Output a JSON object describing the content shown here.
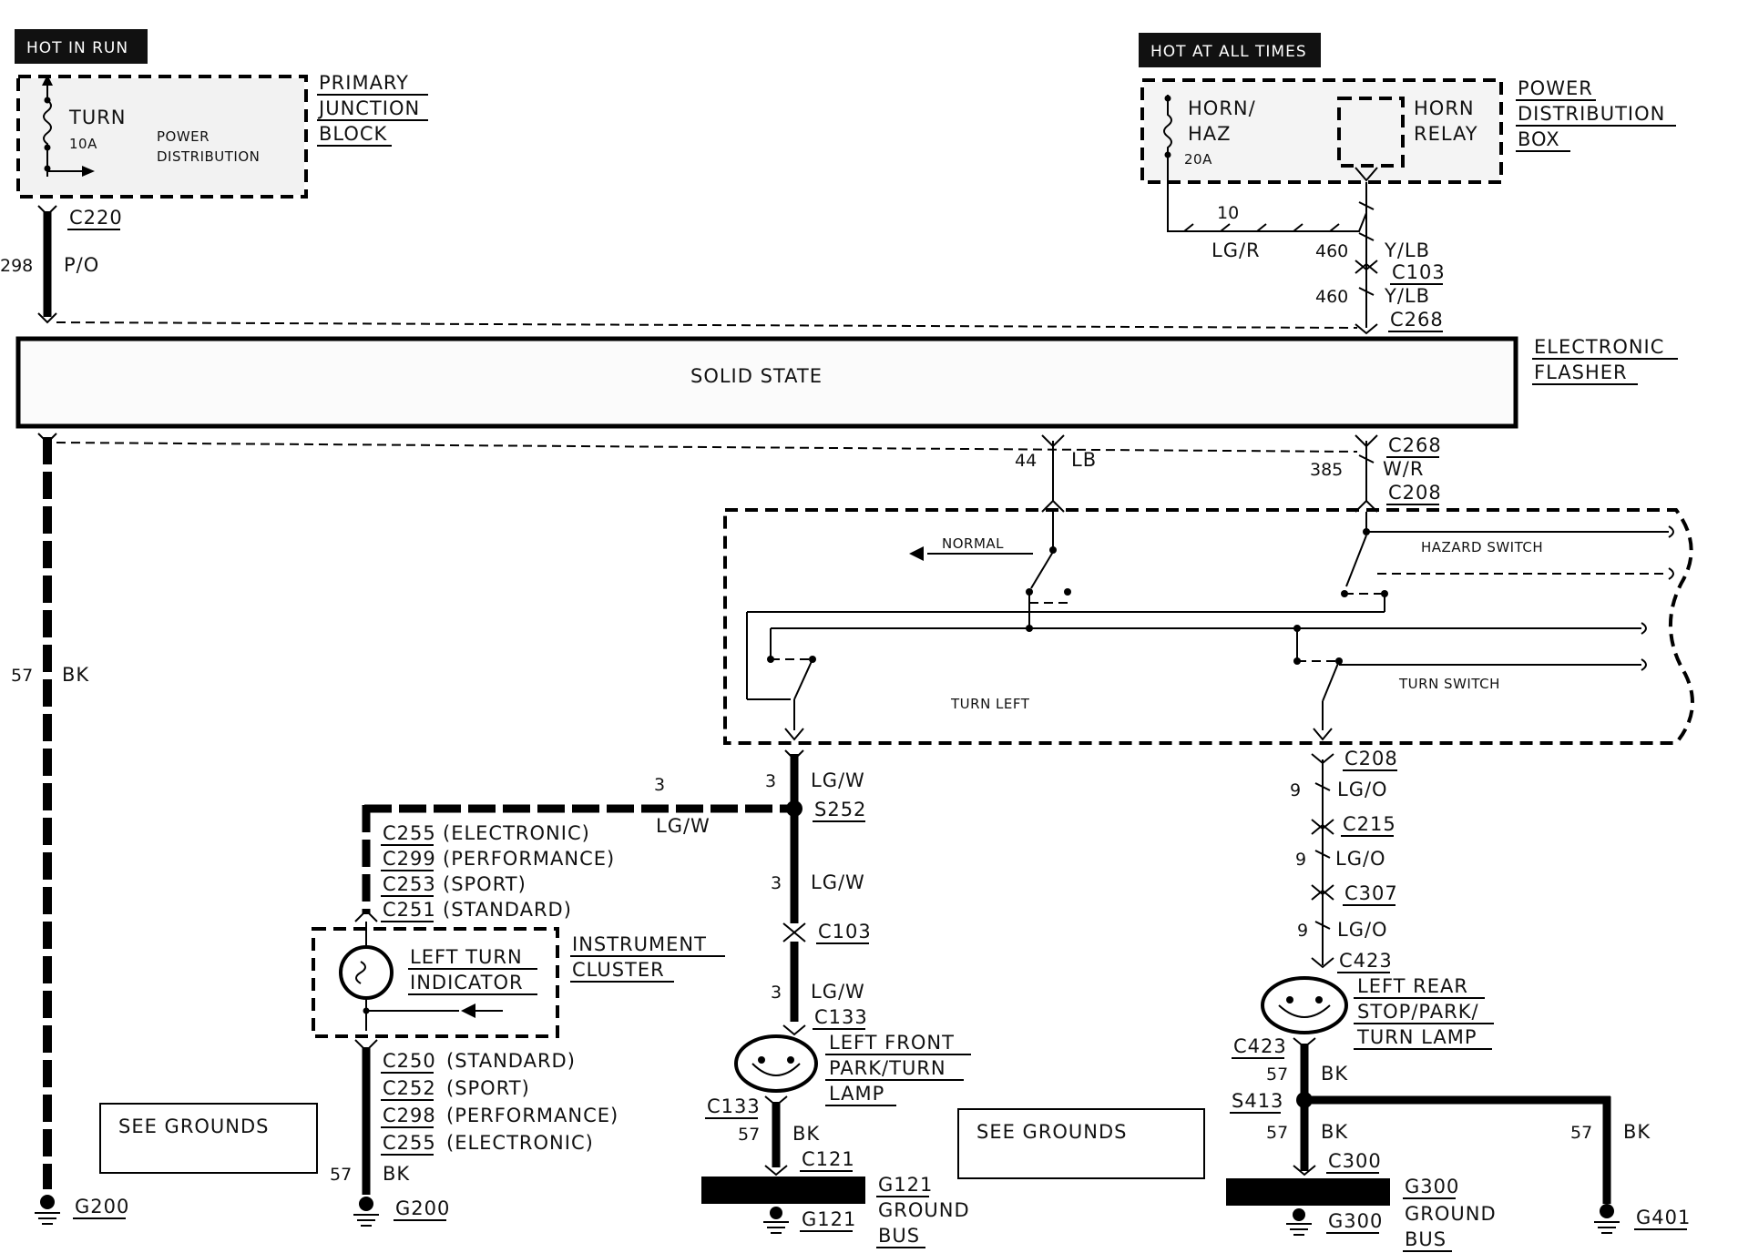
{
  "tags": {
    "hot_in_run": "HOT IN RUN",
    "hot_at_all_times": "HOT AT ALL TIMES"
  },
  "pjb": {
    "turn": "TURN",
    "amps": "10A",
    "power": "POWER",
    "distribution": "DISTRIBUTION",
    "name1": "PRIMARY",
    "name2": "JUNCTION",
    "name3": "BLOCK"
  },
  "pdb": {
    "horn": "HORN/",
    "haz": "HAZ",
    "amps": "20A",
    "relay1": "HORN",
    "relay2": "RELAY",
    "name1": "POWER",
    "name2": "DISTRIBUTION",
    "name3": "BOX"
  },
  "wires": {
    "c220": "C220",
    "n298": "298",
    "po": "P/O",
    "n10": "10",
    "lgr": "LG/R",
    "n460a": "460",
    "ylb_a": "Y/LB",
    "c103a": "C103",
    "n460b": "460",
    "ylb_b": "Y/LB",
    "c268a": "C268",
    "n57": "57",
    "bk": "BK",
    "n44": "44",
    "lb": "LB",
    "n385": "385",
    "c268b": "C268",
    "wr": "W/R",
    "c208a": "C208"
  },
  "flasher": {
    "solid_state": "SOLID STATE",
    "name1": "ELECTRONIC",
    "name2": "FLASHER"
  },
  "switch": {
    "normal": "NORMAL",
    "hazard": "HAZARD SWITCH",
    "turn_left": "TURN LEFT",
    "turn_switch": "TURN SWITCH"
  },
  "center": {
    "n3a": "3",
    "lgw_a": "LG/W",
    "s252": "S252",
    "n3b": "3",
    "lgw_b": "LG/W",
    "n3c": "3",
    "lgw_c": "LG/W",
    "c103": "C103",
    "n3d": "3",
    "lgw_d": "LG/W",
    "c133a": "C133",
    "lf1": "LEFT FRONT",
    "lf2": "PARK/TURN",
    "lf3": "LAMP",
    "c133b": "C133",
    "n57": "57",
    "bk": "BK",
    "c121": "C121",
    "g121a": "G121",
    "g121b": "G121",
    "gb1": "GROUND",
    "gb2": "BUS"
  },
  "cluster": {
    "c255": "C255",
    "c255t": "(ELECTRONIC)",
    "c299": "C299",
    "c299t": "(PERFORMANCE)",
    "c253": "C253",
    "c253t": "(SPORT)",
    "c251": "C251",
    "c251t": "(STANDARD)",
    "lti1": "LEFT TURN",
    "lti2": "INDICATOR",
    "ic1": "INSTRUMENT",
    "ic2": "CLUSTER",
    "c250": "C250",
    "c250t": "(STANDARD)",
    "c252": "C252",
    "c252t": "(SPORT)",
    "c298": "C298",
    "c298t": "(PERFORMANCE)",
    "c255b": "C255",
    "c255bt": "(ELECTRONIC)",
    "n57": "57",
    "bk": "BK",
    "g200": "G200"
  },
  "left": {
    "g200": "G200",
    "see_grounds": "SEE GROUNDS"
  },
  "right": {
    "c208": "C208",
    "n9a": "9",
    "lgo_a": "LG/O",
    "c215": "C215",
    "n9b": "9",
    "lgo_b": "LG/O",
    "c307": "C307",
    "n9c": "9",
    "lgo_c": "LG/O",
    "c423a": "C423",
    "lr1": "LEFT REAR",
    "lr2": "STOP/PARK/",
    "lr3": "TURN LAMP",
    "c423b": "C423",
    "n57a": "57",
    "bk_a": "BK",
    "s413": "S413",
    "n57b": "57",
    "bk_b": "BK",
    "c300": "C300",
    "g300a": "G300",
    "g300b": "G300",
    "gb1": "GROUND",
    "gb2": "BUS",
    "n57c": "57",
    "bk_c": "BK",
    "g401": "G401",
    "see_grounds": "SEE GROUNDS"
  },
  "colors": {
    "ink": "#000000",
    "paper": "#ffffff"
  }
}
